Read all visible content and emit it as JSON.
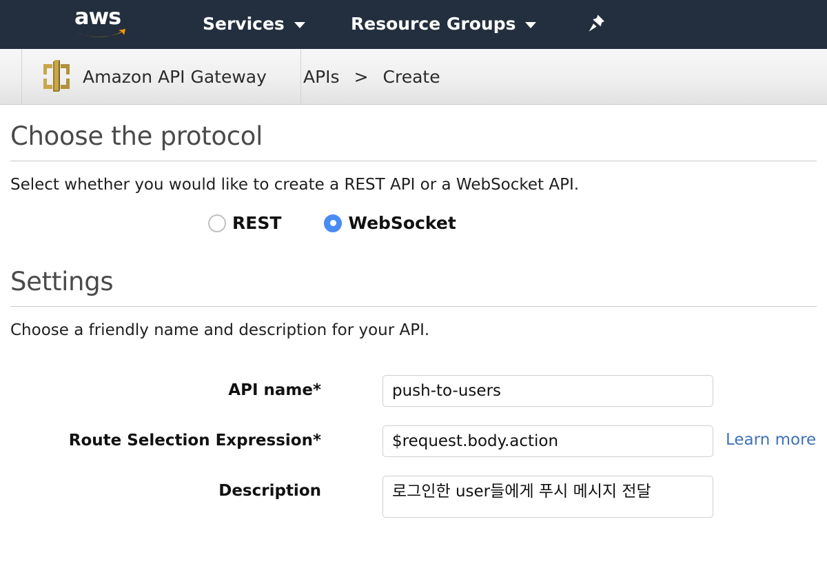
{
  "topnav": {
    "logo_text": "aws",
    "logo_icon": "aws-logo",
    "items": [
      {
        "label": "Services",
        "icon": "chevron-down-icon"
      },
      {
        "label": "Resource Groups",
        "icon": "chevron-down-icon"
      }
    ],
    "pin_icon": "pin-icon",
    "background": "#232f3e"
  },
  "breadcrumb": {
    "service_icon": "api-gateway-icon",
    "service_name": "Amazon API Gateway",
    "trail": [
      "APIs",
      "Create"
    ],
    "separator": ">"
  },
  "protocol_section": {
    "title": "Choose the protocol",
    "description": "Select whether you would like to create a REST API or a WebSocket API.",
    "options": [
      {
        "label": "REST",
        "selected": false
      },
      {
        "label": "WebSocket",
        "selected": true
      }
    ],
    "selected_color": "#4a8cf5"
  },
  "settings_section": {
    "title": "Settings",
    "description": "Choose a friendly name and description for your API.",
    "fields": [
      {
        "label": "API name*",
        "value": "push-to-users",
        "placeholder": "",
        "type": "text"
      },
      {
        "label": "Route Selection Expression*",
        "value": "$request.body.action",
        "placeholder": "",
        "type": "text",
        "help_link": "Learn more"
      },
      {
        "label": "Description",
        "value": "로그인한 user들에게 푸시 메시지 전달",
        "placeholder": "",
        "type": "textarea"
      }
    ],
    "link_color": "#3f72b5"
  }
}
